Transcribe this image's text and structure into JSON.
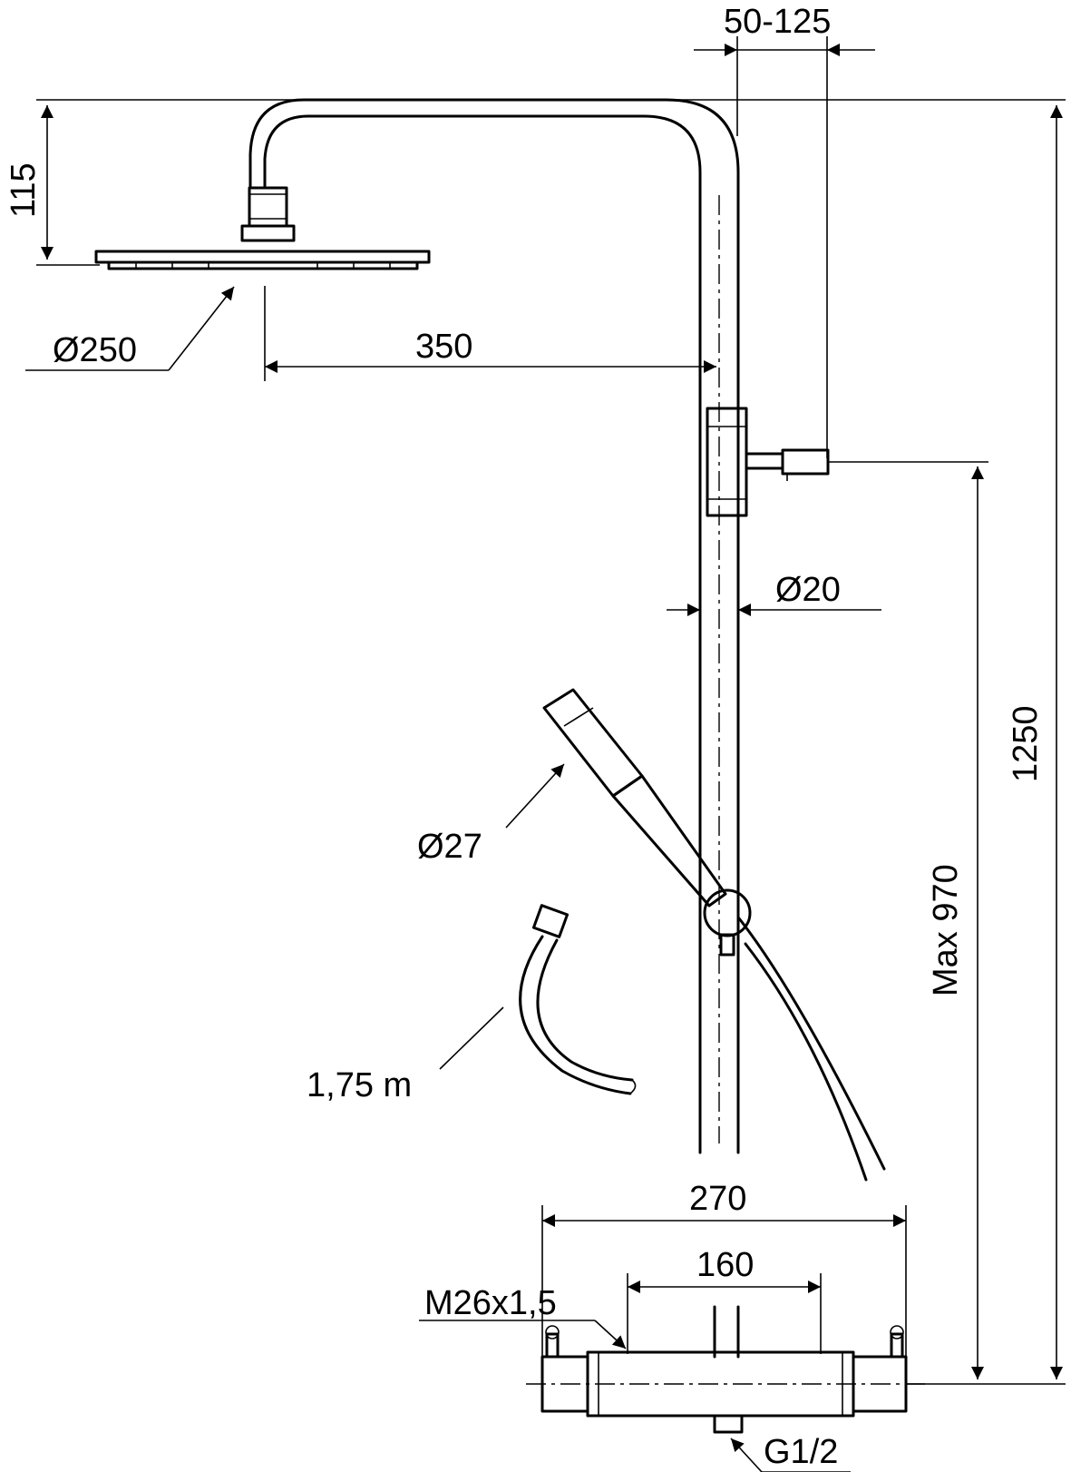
{
  "dimensions": {
    "offset_range": "50-125",
    "head_height": "115",
    "head_diameter": "Ø250",
    "arm_projection": "350",
    "pipe_diameter": "Ø20",
    "total_height": "1250",
    "max_slide_height": "Max 970",
    "handshower_diameter": "Ø27",
    "hose_length": "1,75 m",
    "mixer_width": "270",
    "inlet_spacing": "160",
    "outlet_thread": "M26x1,5",
    "inlet_thread": "G1/2"
  }
}
